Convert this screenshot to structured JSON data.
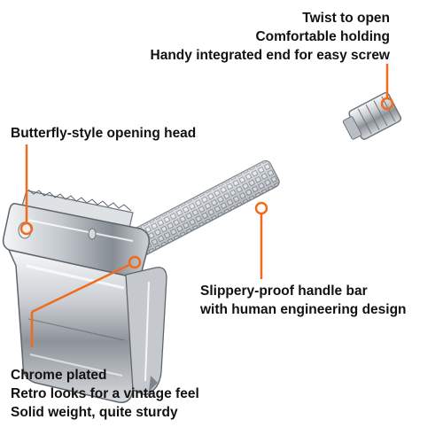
{
  "colors": {
    "accent": "#f26a1b",
    "text": "#111111",
    "chrome_light": "#eef0f2",
    "chrome_mid": "#b9bec4",
    "chrome_dark": "#6e747b"
  },
  "callouts": {
    "end_cap": {
      "lines": [
        "Twist to open",
        "Comfortable holding",
        "Handy integrated end for easy screw"
      ]
    },
    "head": {
      "lines": [
        "Butterfly-style opening head"
      ]
    },
    "handle": {
      "lines": [
        "Slippery-proof handle bar",
        "with human engineering design"
      ]
    },
    "finish": {
      "lines": [
        "Chrome plated",
        "Retro looks for a vintage feel",
        "Solid weight, quite sturdy"
      ]
    }
  }
}
